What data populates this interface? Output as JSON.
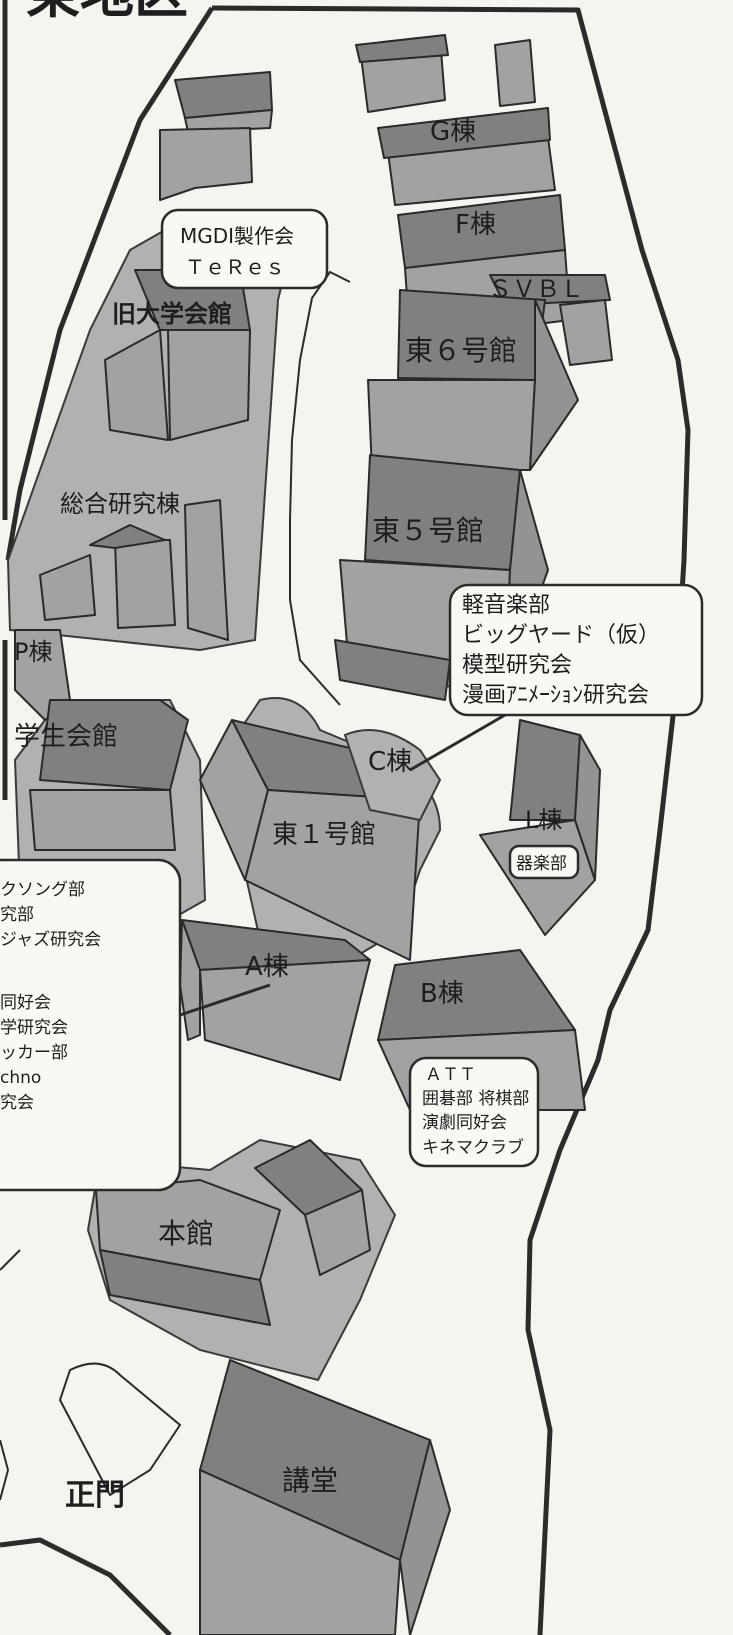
{
  "map": {
    "title": "東地区"
  },
  "buildings": {
    "g": "G棟",
    "f": "F棟",
    "svbl": "ＳＶＢＬ",
    "east6": "東６号館",
    "east5": "東５号館",
    "old_hall": "旧大学会館",
    "research": "総合研究棟",
    "p": "P棟",
    "student_hall": "学生会館",
    "c": "C棟",
    "east1": "東１号館",
    "l": "L棟",
    "a": "A棟",
    "b": "B棟",
    "main": "本館",
    "auditorium": "講堂",
    "main_gate": "正門"
  },
  "callouts": {
    "teres": [
      "MGDI製作会",
      "ＴｅＲｅｓ"
    ],
    "east5": [
      "軽音楽部",
      "ビッグヤード（仮）",
      "模型研究会",
      "漫画ｱﾆﾒｰｼｮﾝ研究会"
    ],
    "l_building": [
      "器楽部"
    ],
    "b_building": [
      "ＡＴＴ",
      "囲碁部 将棋部",
      "演劇同好会",
      "キネマクラブ"
    ],
    "student_hall": [
      "クソング部",
      "究部",
      "ジャズ研究会",
      "",
      "同好会",
      "学研究会",
      "ッカー部",
      "chno",
      "究会"
    ]
  },
  "colors": {
    "background": "#f6f4ee",
    "building_front": "#a2a2a2",
    "building_top": "#808080",
    "zone": "#b1b1b1",
    "ink": "#2b2b2b"
  }
}
